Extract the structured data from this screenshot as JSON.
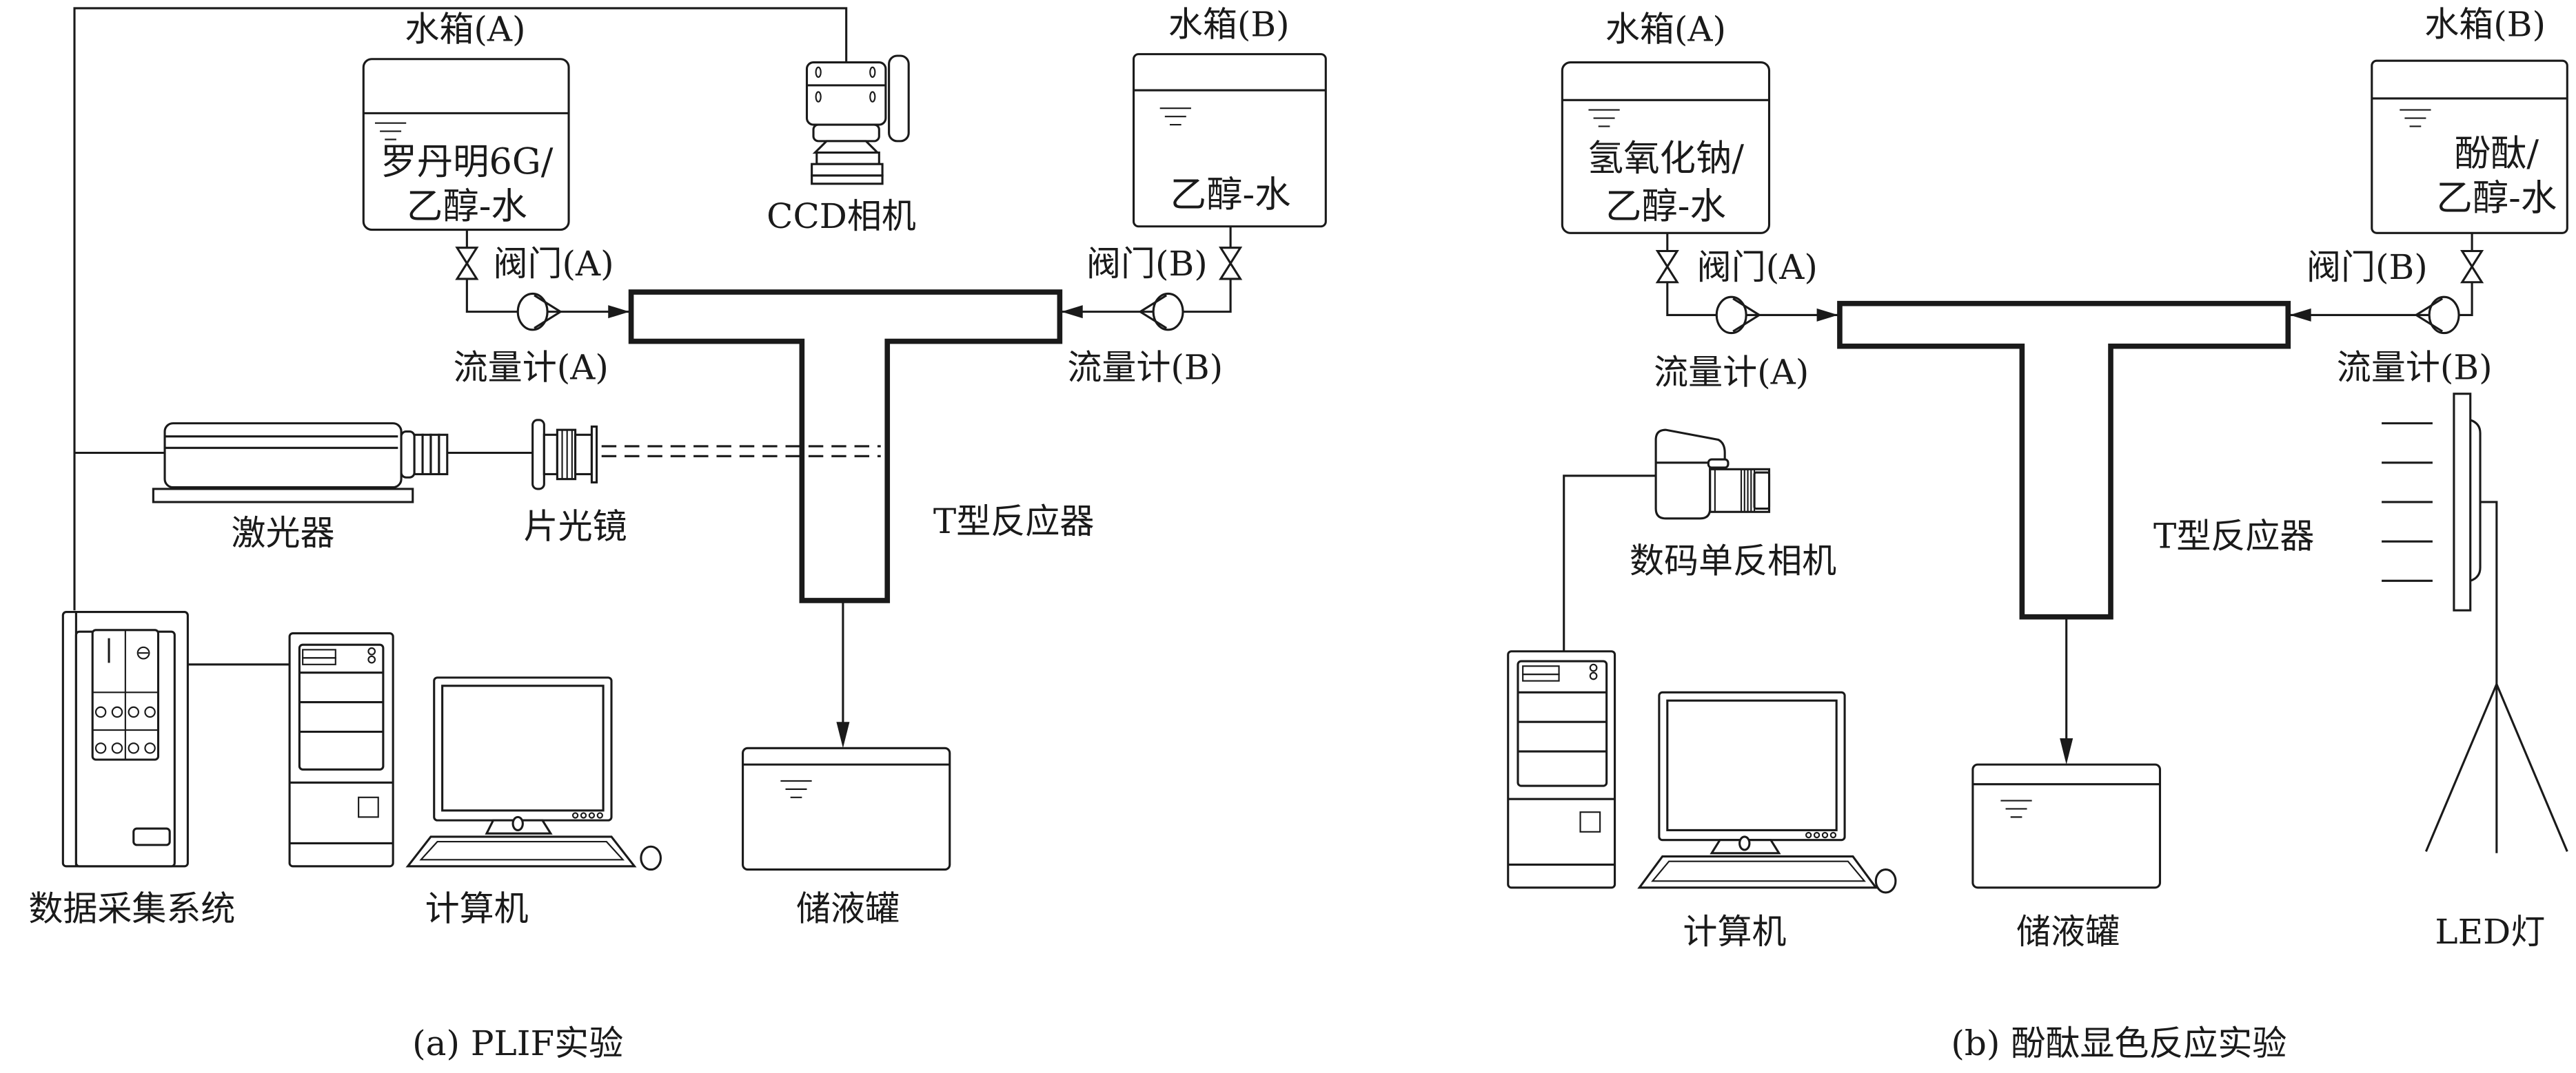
{
  "figure": {
    "panel_a": {
      "caption": "(a) PLIF实验",
      "tank_a": {
        "label": "水箱(A)",
        "content_line1": "罗丹明6G/",
        "content_line2": "乙醇-水"
      },
      "tank_b": {
        "label": "水箱(B)",
        "content_line1": "乙醇-水"
      },
      "valve_a": "阀门(A)",
      "valve_b": "阀门(B)",
      "flowmeter_a": "流量计(A)",
      "flowmeter_b": "流量计(B)",
      "ccd_camera": "CCD相机",
      "laser": "激光器",
      "sheet_optics": "片光镜",
      "reactor": "T型反应器",
      "storage_tank": "储液罐",
      "daq_system": "数据采集系统",
      "computer": "计算机"
    },
    "panel_b": {
      "caption": "(b) 酚酞显色反应实验",
      "tank_a": {
        "label": "水箱(A)",
        "content_line1": "氢氧化钠/",
        "content_line2": "乙醇-水"
      },
      "tank_b": {
        "label": "水箱(B)",
        "content_line1": "酚酞/",
        "content_line2": "乙醇-水"
      },
      "valve_a": "阀门(A)",
      "valve_b": "阀门(B)",
      "flowmeter_a": "流量计(A)",
      "flowmeter_b": "流量计(B)",
      "dslr_camera": "数码单反相机",
      "reactor": "T型反应器",
      "storage_tank": "储液罐",
      "computer": "计算机",
      "led_light": "LED灯"
    }
  }
}
